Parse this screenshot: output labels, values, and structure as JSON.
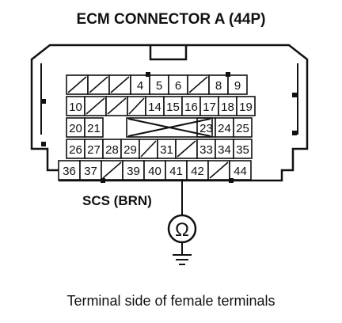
{
  "title": "ECM CONNECTOR A (44P)",
  "wire_label": "SCS (BRN)",
  "meter_symbol": "Ω",
  "caption": "Terminal side of female terminals",
  "rows": [
    [
      "",
      "",
      "",
      "4",
      "5",
      "6",
      "",
      "8",
      "9"
    ],
    [
      "10",
      "",
      "",
      "",
      "14",
      "15",
      "16",
      "17",
      "18",
      "19"
    ],
    [
      "20",
      "21",
      "",
      "",
      "",
      "",
      "",
      "23",
      "24",
      "25"
    ],
    [
      "26",
      "27",
      "28",
      "29",
      "",
      "31",
      "",
      "33",
      "34",
      "35"
    ],
    [
      "36",
      "37",
      "",
      "39",
      "40",
      "41",
      "42",
      "",
      "44"
    ]
  ],
  "probed_terminal": "41",
  "colors": {
    "line": "#111111",
    "background": "#ffffff"
  }
}
